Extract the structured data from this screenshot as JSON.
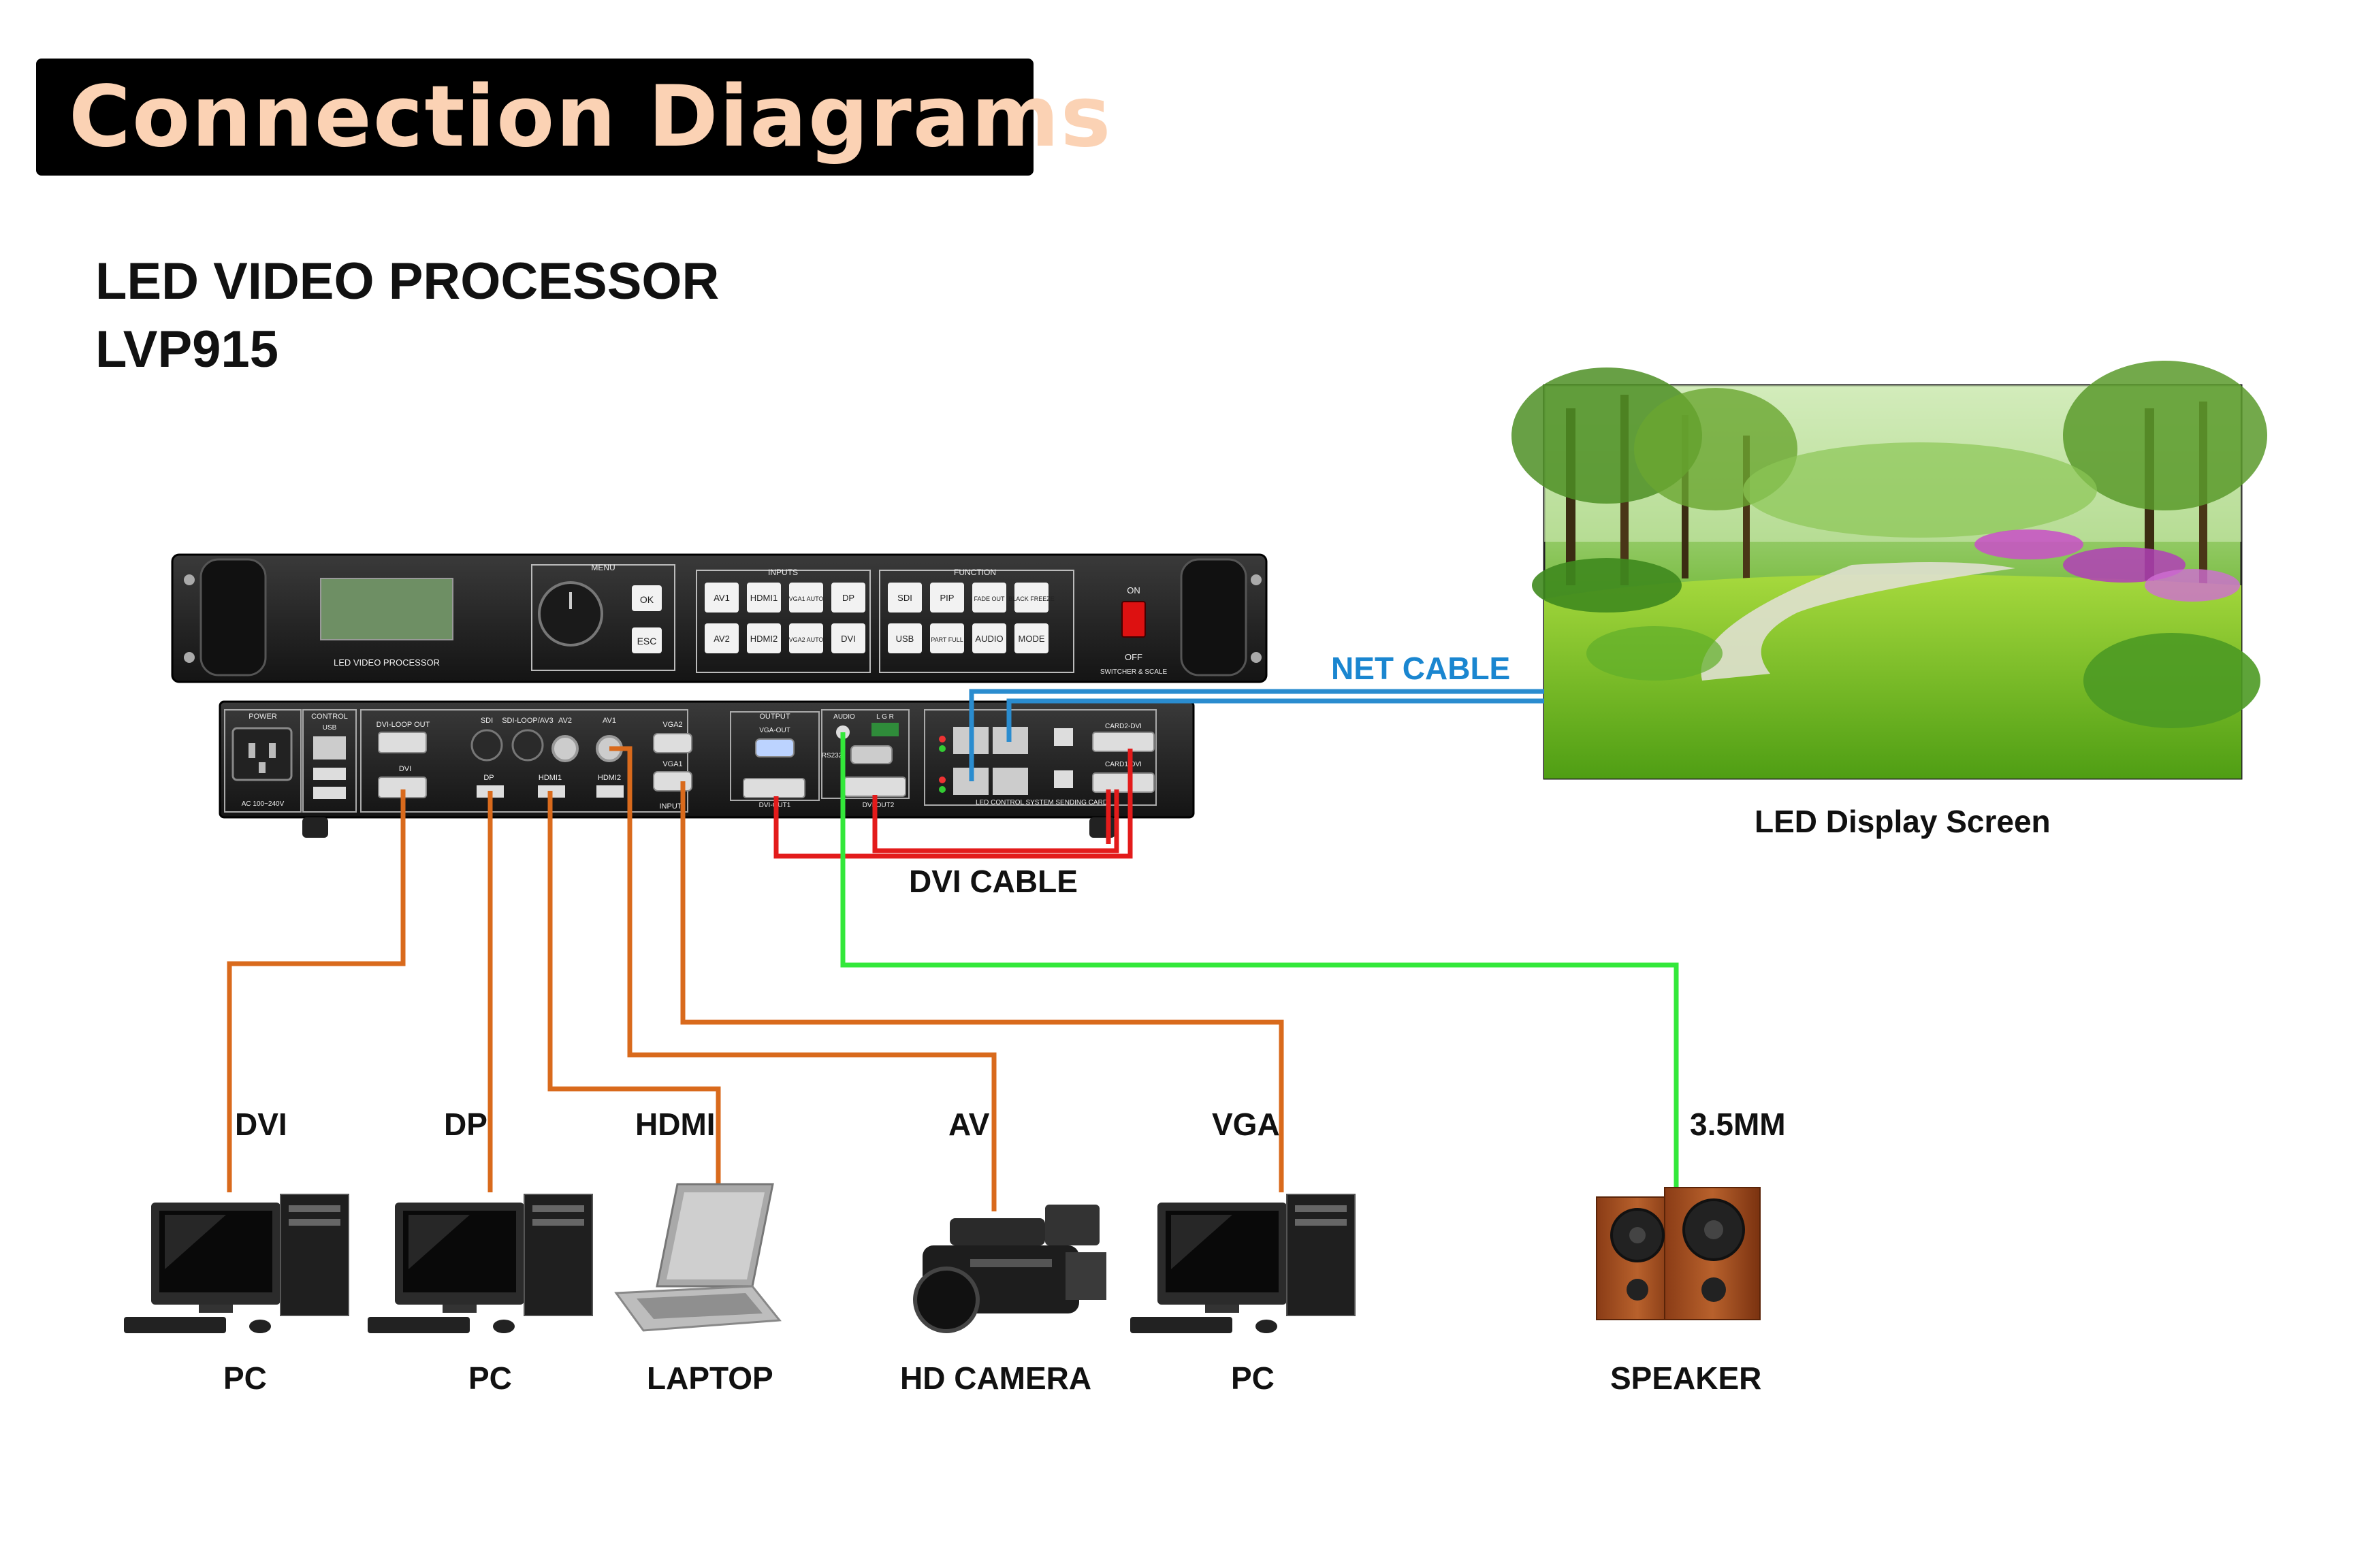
{
  "title": "Connection Diagrams",
  "product": {
    "line1": "LED VIDEO PROCESSOR",
    "line2": "LVP915"
  },
  "front_panel": {
    "lcd_label": "LED VIDEO PROCESSOR",
    "menu_label": "MENU",
    "inputs_label": "INPUTS",
    "function_label": "FUNCTION",
    "ok": "OK",
    "esc": "ESC",
    "input_buttons": [
      "AV1",
      "HDMI1",
      "VGA1 AUTO",
      "DP",
      "AV2",
      "HDMI2",
      "VGA2 AUTO",
      "DVI"
    ],
    "function_buttons": [
      "SDI",
      "PIP",
      "FADE OUT",
      "BLACK FREEZE",
      "USB",
      "PART FULL",
      "AUDIO",
      "MODE"
    ],
    "on": "ON",
    "off": "OFF",
    "switch_label": "SWITCHER & SCALE"
  },
  "rear_panel": {
    "power": "POWER",
    "control": "CONTROL",
    "usb": "USB",
    "ac": "AC 100~240V",
    "ports": [
      "DVI-LOOP OUT",
      "DVI",
      "SDI",
      "SDI-LOOP/AV3",
      "AV2",
      "AV1",
      "VGA2",
      "VGA1",
      "DP",
      "HDMI1",
      "HDMI2",
      "INPUT"
    ],
    "output": "OUTPUT",
    "vga_out": "VGA-OUT",
    "audio": "AUDIO",
    "lgr": "L  G  R",
    "rs232": "RS232",
    "dvi_out1": "DVI-OUT1",
    "dvi_out2": "DVI-OUT2",
    "card2": "CARD2-DVI",
    "card1": "CARD1-DVI",
    "sending_card": "LED CONTROL SYSTEM SENDING CARD"
  },
  "cables": {
    "net": "NET CABLE",
    "dvi": "DVI CABLE"
  },
  "screen_label": "LED Display Screen",
  "devices": [
    {
      "connector": "DVI",
      "name": "PC"
    },
    {
      "connector": "DP",
      "name": "PC"
    },
    {
      "connector": "HDMI",
      "name": "LAPTOP"
    },
    {
      "connector": "AV",
      "name": "HD CAMERA"
    },
    {
      "connector": "VGA",
      "name": "PC"
    },
    {
      "connector": "3.5MM",
      "name": "SPEAKER"
    }
  ],
  "colors": {
    "orange_cable": "#d96a1c",
    "green_cable": "#33e83a",
    "red_cable": "#e31b1b",
    "blue_cable": "#2a8ccf",
    "net_label": "#1a86d0",
    "title_text": "#fbd2b4"
  }
}
